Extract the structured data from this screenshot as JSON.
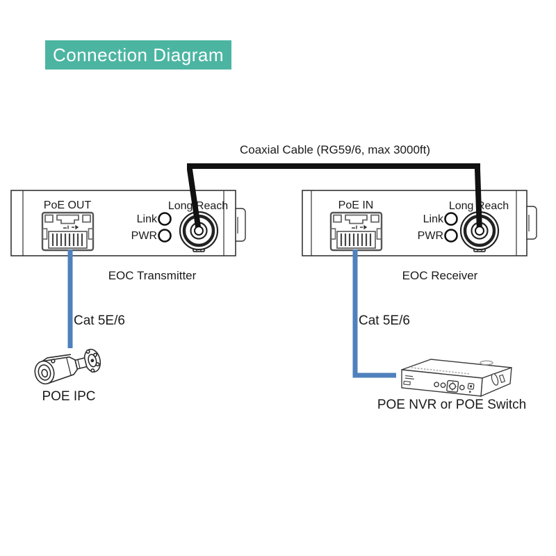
{
  "banner": {
    "title": "Connection Diagram",
    "bg_color": "#4CB5A2",
    "text_color": "#FFFFFF"
  },
  "coax_cable": {
    "label": "Coaxial Cable (RG59/6, max 3000ft)",
    "color": "#111111"
  },
  "cat5_cable": {
    "label_left": "Cat 5E/6",
    "label_right": "Cat 5E/6",
    "color": "#4F81BD"
  },
  "transmitter": {
    "title": "EOC Transmitter",
    "port_label": "PoE OUT",
    "led1": "Link",
    "led2": "PWR",
    "bnc_label": "Long Reach"
  },
  "receiver": {
    "title": "EOC Receiver",
    "port_label": "PoE IN",
    "led1": "Link",
    "led2": "PWR",
    "bnc_label": "Long Reach"
  },
  "endpoints": {
    "camera_label": "POE IPC",
    "nvr_label": "POE NVR or POE Switch"
  }
}
